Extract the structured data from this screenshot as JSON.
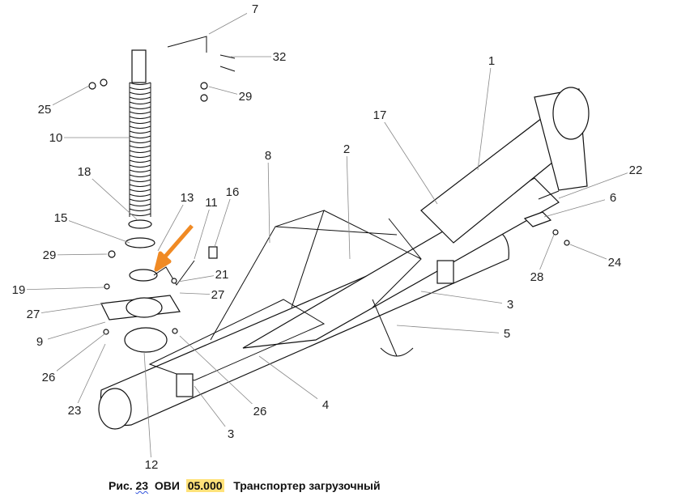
{
  "caption": {
    "prefix": "Рис.",
    "figure_number": "23",
    "product": "ОВИ",
    "code": "05.000",
    "title": "Транспортер загрузочный"
  },
  "callouts": [
    "7",
    "32",
    "29",
    "25",
    "10",
    "1",
    "17",
    "8",
    "2",
    "22",
    "6",
    "18",
    "13",
    "11",
    "16",
    "15",
    "29",
    "21",
    "19",
    "27",
    "27",
    "9",
    "3",
    "5",
    "28",
    "24",
    "26",
    "23",
    "26",
    "4",
    "3",
    "12"
  ],
  "colors": {
    "arrow": "#f08a24",
    "highlight": "#ffe27a"
  }
}
